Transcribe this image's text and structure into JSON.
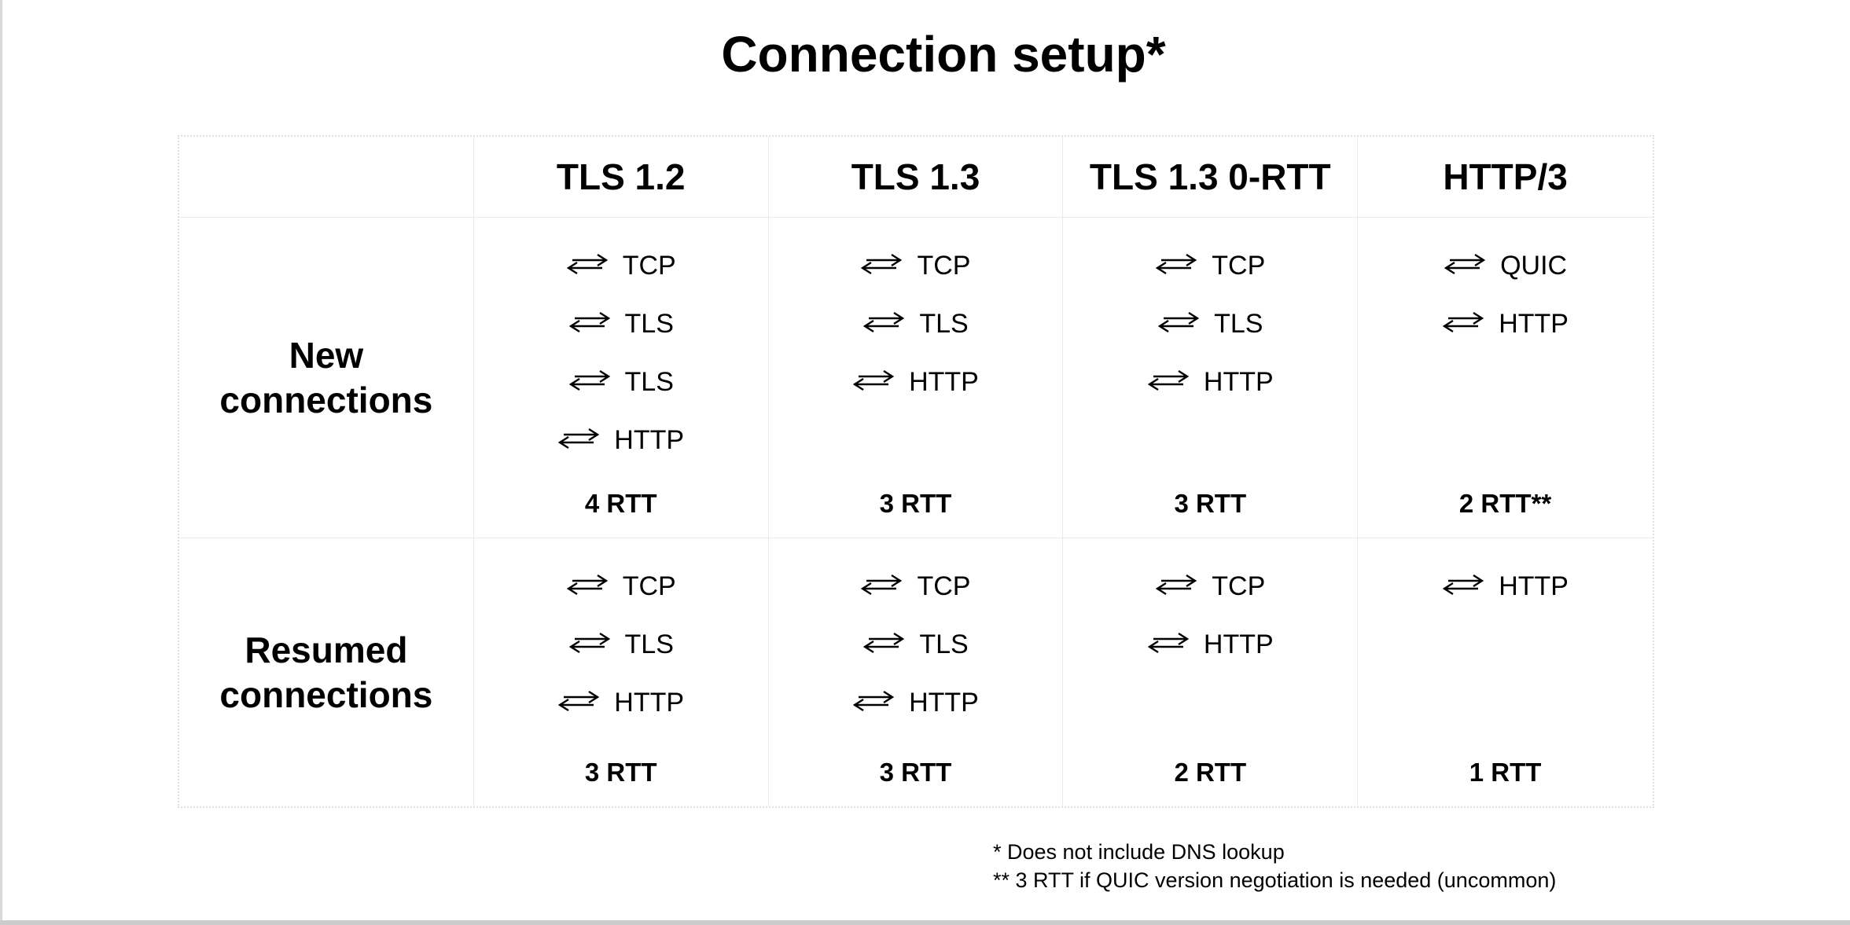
{
  "title": "Connection setup*",
  "table": {
    "columns": [
      "TLS 1.2",
      "TLS 1.3",
      "TLS 1.3 0-RTT",
      "HTTP/3"
    ],
    "rows": [
      {
        "label": "New\nconnections",
        "cells": [
          {
            "steps": [
              "TCP",
              "TLS",
              "TLS",
              "HTTP"
            ],
            "rtt": "4 RTT"
          },
          {
            "steps": [
              "TCP",
              "TLS",
              "HTTP"
            ],
            "rtt": "3 RTT"
          },
          {
            "steps": [
              "TCP",
              "TLS",
              "HTTP"
            ],
            "rtt": "3 RTT"
          },
          {
            "steps": [
              "QUIC",
              "HTTP"
            ],
            "rtt": "2 RTT**"
          }
        ]
      },
      {
        "label": "Resumed\nconnections",
        "cells": [
          {
            "steps": [
              "TCP",
              "TLS",
              "HTTP"
            ],
            "rtt": "3 RTT"
          },
          {
            "steps": [
              "TCP",
              "TLS",
              "HTTP"
            ],
            "rtt": "3 RTT"
          },
          {
            "steps": [
              "TCP",
              "HTTP"
            ],
            "rtt": "2 RTT"
          },
          {
            "steps": [
              "HTTP"
            ],
            "rtt": "1 RTT"
          }
        ]
      }
    ]
  },
  "footnotes": [
    "* Does not include DNS lookup",
    "** 3 RTT if QUIC version negotiation is needed (uncommon)"
  ],
  "icons": {
    "exchange": "round-trip-arrows-icon"
  },
  "colors": {
    "background": "#ffffff",
    "text": "#000000",
    "table_border": "#eaeaea",
    "table_outline": "#e0e0e0",
    "slide_left_edge": "#d8d8d8",
    "slide_bottom_edge": "#cccccc"
  }
}
